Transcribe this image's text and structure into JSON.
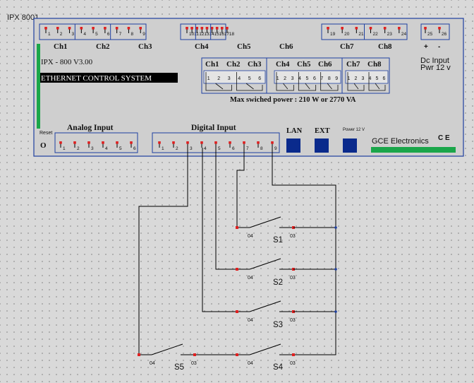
{
  "board": {
    "model_tag": "IPX 8001",
    "product_line": "IPX  -  800   V3.00",
    "system_name": "ETHERNET CONTROL SYSTEM",
    "max_power": "Max swiched power : 210 W or 2770 VA",
    "manufacturer": "GCE Electronics",
    "ce_mark": "C E",
    "dc_input_line1": "Dc Input",
    "dc_input_line2": "Pwr 12 v",
    "reset_label": "Reset",
    "reset_button": "O"
  },
  "relay_channels": {
    "labels": [
      "Ch1",
      "Ch2",
      "Ch3",
      "Ch4",
      "Ch5",
      "Ch6",
      "Ch7",
      "Ch8"
    ],
    "terminal_numbers": [
      "1",
      "2",
      "3",
      "4",
      "5",
      "6",
      "7",
      "8",
      "9",
      "10",
      "11",
      "12",
      "13",
      "14",
      "15",
      "16",
      "17",
      "18",
      "19",
      "20",
      "21",
      "22",
      "23",
      "24"
    ]
  },
  "power_terminals": {
    "numbers": [
      "25",
      "26"
    ],
    "polarity": [
      "+",
      "-"
    ]
  },
  "relay_diagram": {
    "group_labels": [
      "Ch1",
      "Ch2",
      "Ch3",
      "Ch4",
      "Ch5",
      "Ch6",
      "Ch7",
      "Ch8"
    ],
    "pin_numbers": [
      "1",
      "2",
      "3",
      "4",
      "5",
      "6",
      "1",
      "2",
      "3",
      "4",
      "5",
      "6",
      "7",
      "8",
      "9",
      "1",
      "2",
      "3",
      "4",
      "5",
      "6"
    ]
  },
  "analog_input": {
    "title": "Analog Input",
    "pins": [
      "1",
      "2",
      "3",
      "4",
      "5",
      "6"
    ]
  },
  "digital_input": {
    "title": "Digital Input",
    "pins": [
      "1",
      "2",
      "3",
      "4",
      "5",
      "6",
      "7",
      "8",
      "9"
    ]
  },
  "indicators": {
    "lan": "LAN",
    "ext": "EXT",
    "power": "Power 12 V"
  },
  "switches": [
    {
      "name": "S1",
      "pin_left": "04",
      "pin_right": "03"
    },
    {
      "name": "S2",
      "pin_left": "04",
      "pin_right": "03"
    },
    {
      "name": "S3",
      "pin_left": "04",
      "pin_right": "03"
    },
    {
      "name": "S4",
      "pin_left": "04",
      "pin_right": "03"
    },
    {
      "name": "S5",
      "pin_left": "04",
      "pin_right": "03"
    }
  ],
  "colors": {
    "board_fill": "#cfcfcf",
    "board_border": "#1e3fa0",
    "terminal_red": "#e02020",
    "indicator_blue": "#0a2a8c",
    "status_green": "#1aa64a",
    "wire": "#000000",
    "label_bar": "#000000"
  }
}
